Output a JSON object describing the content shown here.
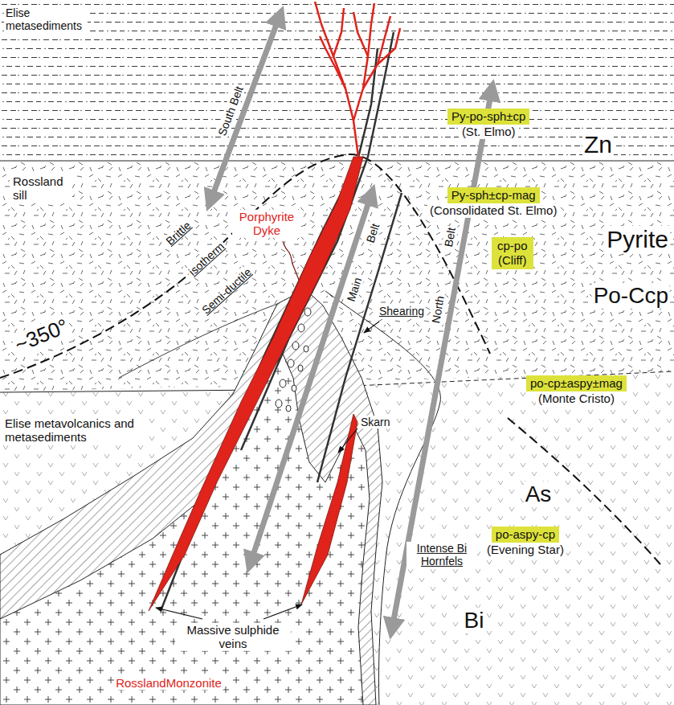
{
  "diagram": {
    "nodes": [
      {
        "text": [
          "Py-po-sph±cp",
          "(St. Elmo)"
        ]
      },
      {
        "text": [
          "Py-sph±cp-mag",
          "(Consolidated St. Elmo)"
        ]
      },
      {
        "text": [
          "cp-po",
          "(Cliff)"
        ]
      },
      {
        "text": [
          "po-cp±aspy±mag",
          "(Monte Cristo)"
        ]
      },
      {
        "text": [
          "po-aspy-cp",
          "(Evening Star)"
        ]
      }
    ],
    "labels": [
      "Elise metasediments",
      "Rossland sill",
      "Brittle",
      "isotherm",
      "Semi-ductile",
      "~350°",
      "Porphyrite Dyke",
      "Elise metavolcanics and metasediments",
      "Shearing",
      "Skarn",
      "Intense Bi Hornfels",
      "Massive sulphide veins",
      "RosslandMonzonite",
      "Zn",
      "Pyrite",
      "Po-Ccp",
      "As",
      "Bi",
      "South Belt",
      "Main",
      "Belt",
      "North",
      "Belt"
    ]
  }
}
